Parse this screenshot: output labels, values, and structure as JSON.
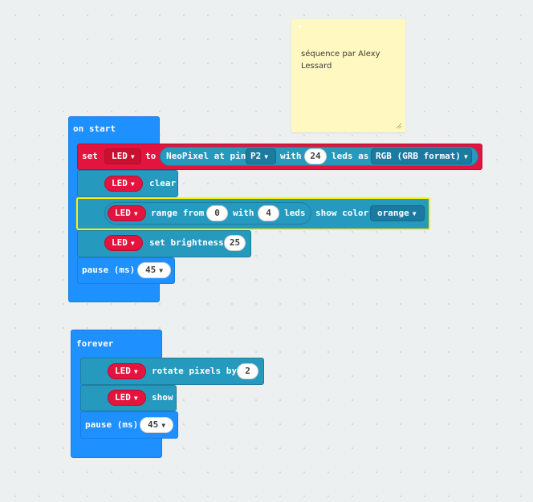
{
  "note": {
    "text": "séquence par Alexy Lessard",
    "chevron_icon": "chevron-down-icon"
  },
  "on_start": {
    "label": "on start",
    "set_block": {
      "set": "set",
      "variable": "LED",
      "to": "to",
      "neopixel": "NeoPixel at pin",
      "pin": "P2",
      "with": "with",
      "count": "24",
      "leds_as": "leds as",
      "mode": "RGB (GRB format)"
    },
    "clear_block": {
      "variable": "LED",
      "action": "clear"
    },
    "range_block": {
      "variable": "LED",
      "range_from": "range from",
      "from": "0",
      "with": "with",
      "count": "4",
      "leds": "leds",
      "show_color": "show color",
      "color": "orange"
    },
    "brightness_block": {
      "variable": "LED",
      "action": "set brightness",
      "value": "25"
    },
    "pause_block": {
      "label": "pause (ms)",
      "value": "45"
    }
  },
  "forever": {
    "label": "forever",
    "rotate_block": {
      "variable": "LED",
      "action": "rotate pixels by",
      "value": "2"
    },
    "show_block": {
      "variable": "LED",
      "action": "show"
    },
    "pause_block": {
      "label": "pause (ms)",
      "value": "45"
    }
  },
  "colors": {
    "loops": "#1e90ff",
    "neopixel": "#2699bf",
    "variables": "#e3143e",
    "note": "#fff8c0",
    "highlight": "#fff200"
  },
  "icons": {
    "dropdown": "dropdown-arrow-icon",
    "resize": "resize-grip-icon"
  }
}
